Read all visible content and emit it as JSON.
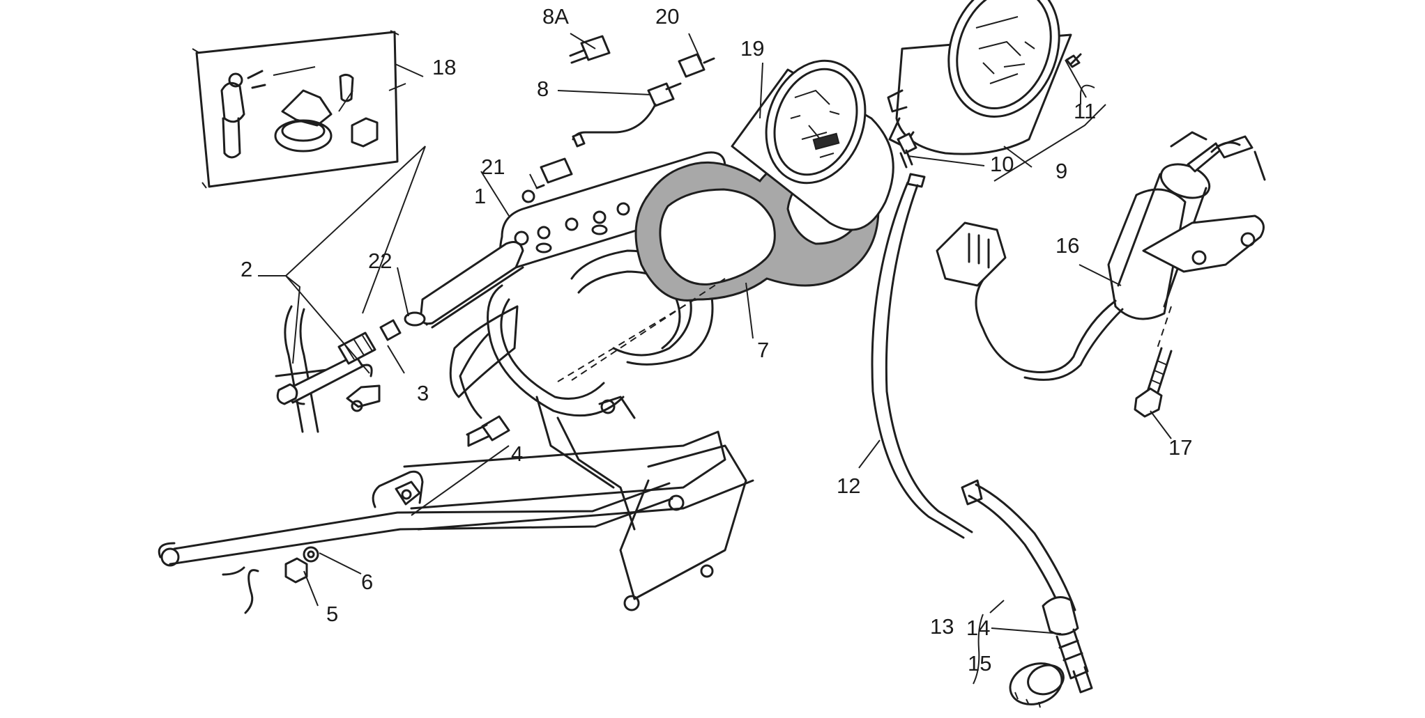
{
  "labels": {
    "l1": "1",
    "l2": "2",
    "l3": "3",
    "l4": "4",
    "l5": "5",
    "l6": "6",
    "l7": "7",
    "l8": "8",
    "l8a": "8A",
    "l9": "9",
    "l10": "10",
    "l11": "11",
    "l12": "12",
    "l13": "13",
    "l14": "14",
    "l15": "15",
    "l16": "16",
    "l17": "17",
    "l18": "18",
    "l19": "19",
    "l20": "20",
    "l21": "21",
    "l22": "22"
  }
}
